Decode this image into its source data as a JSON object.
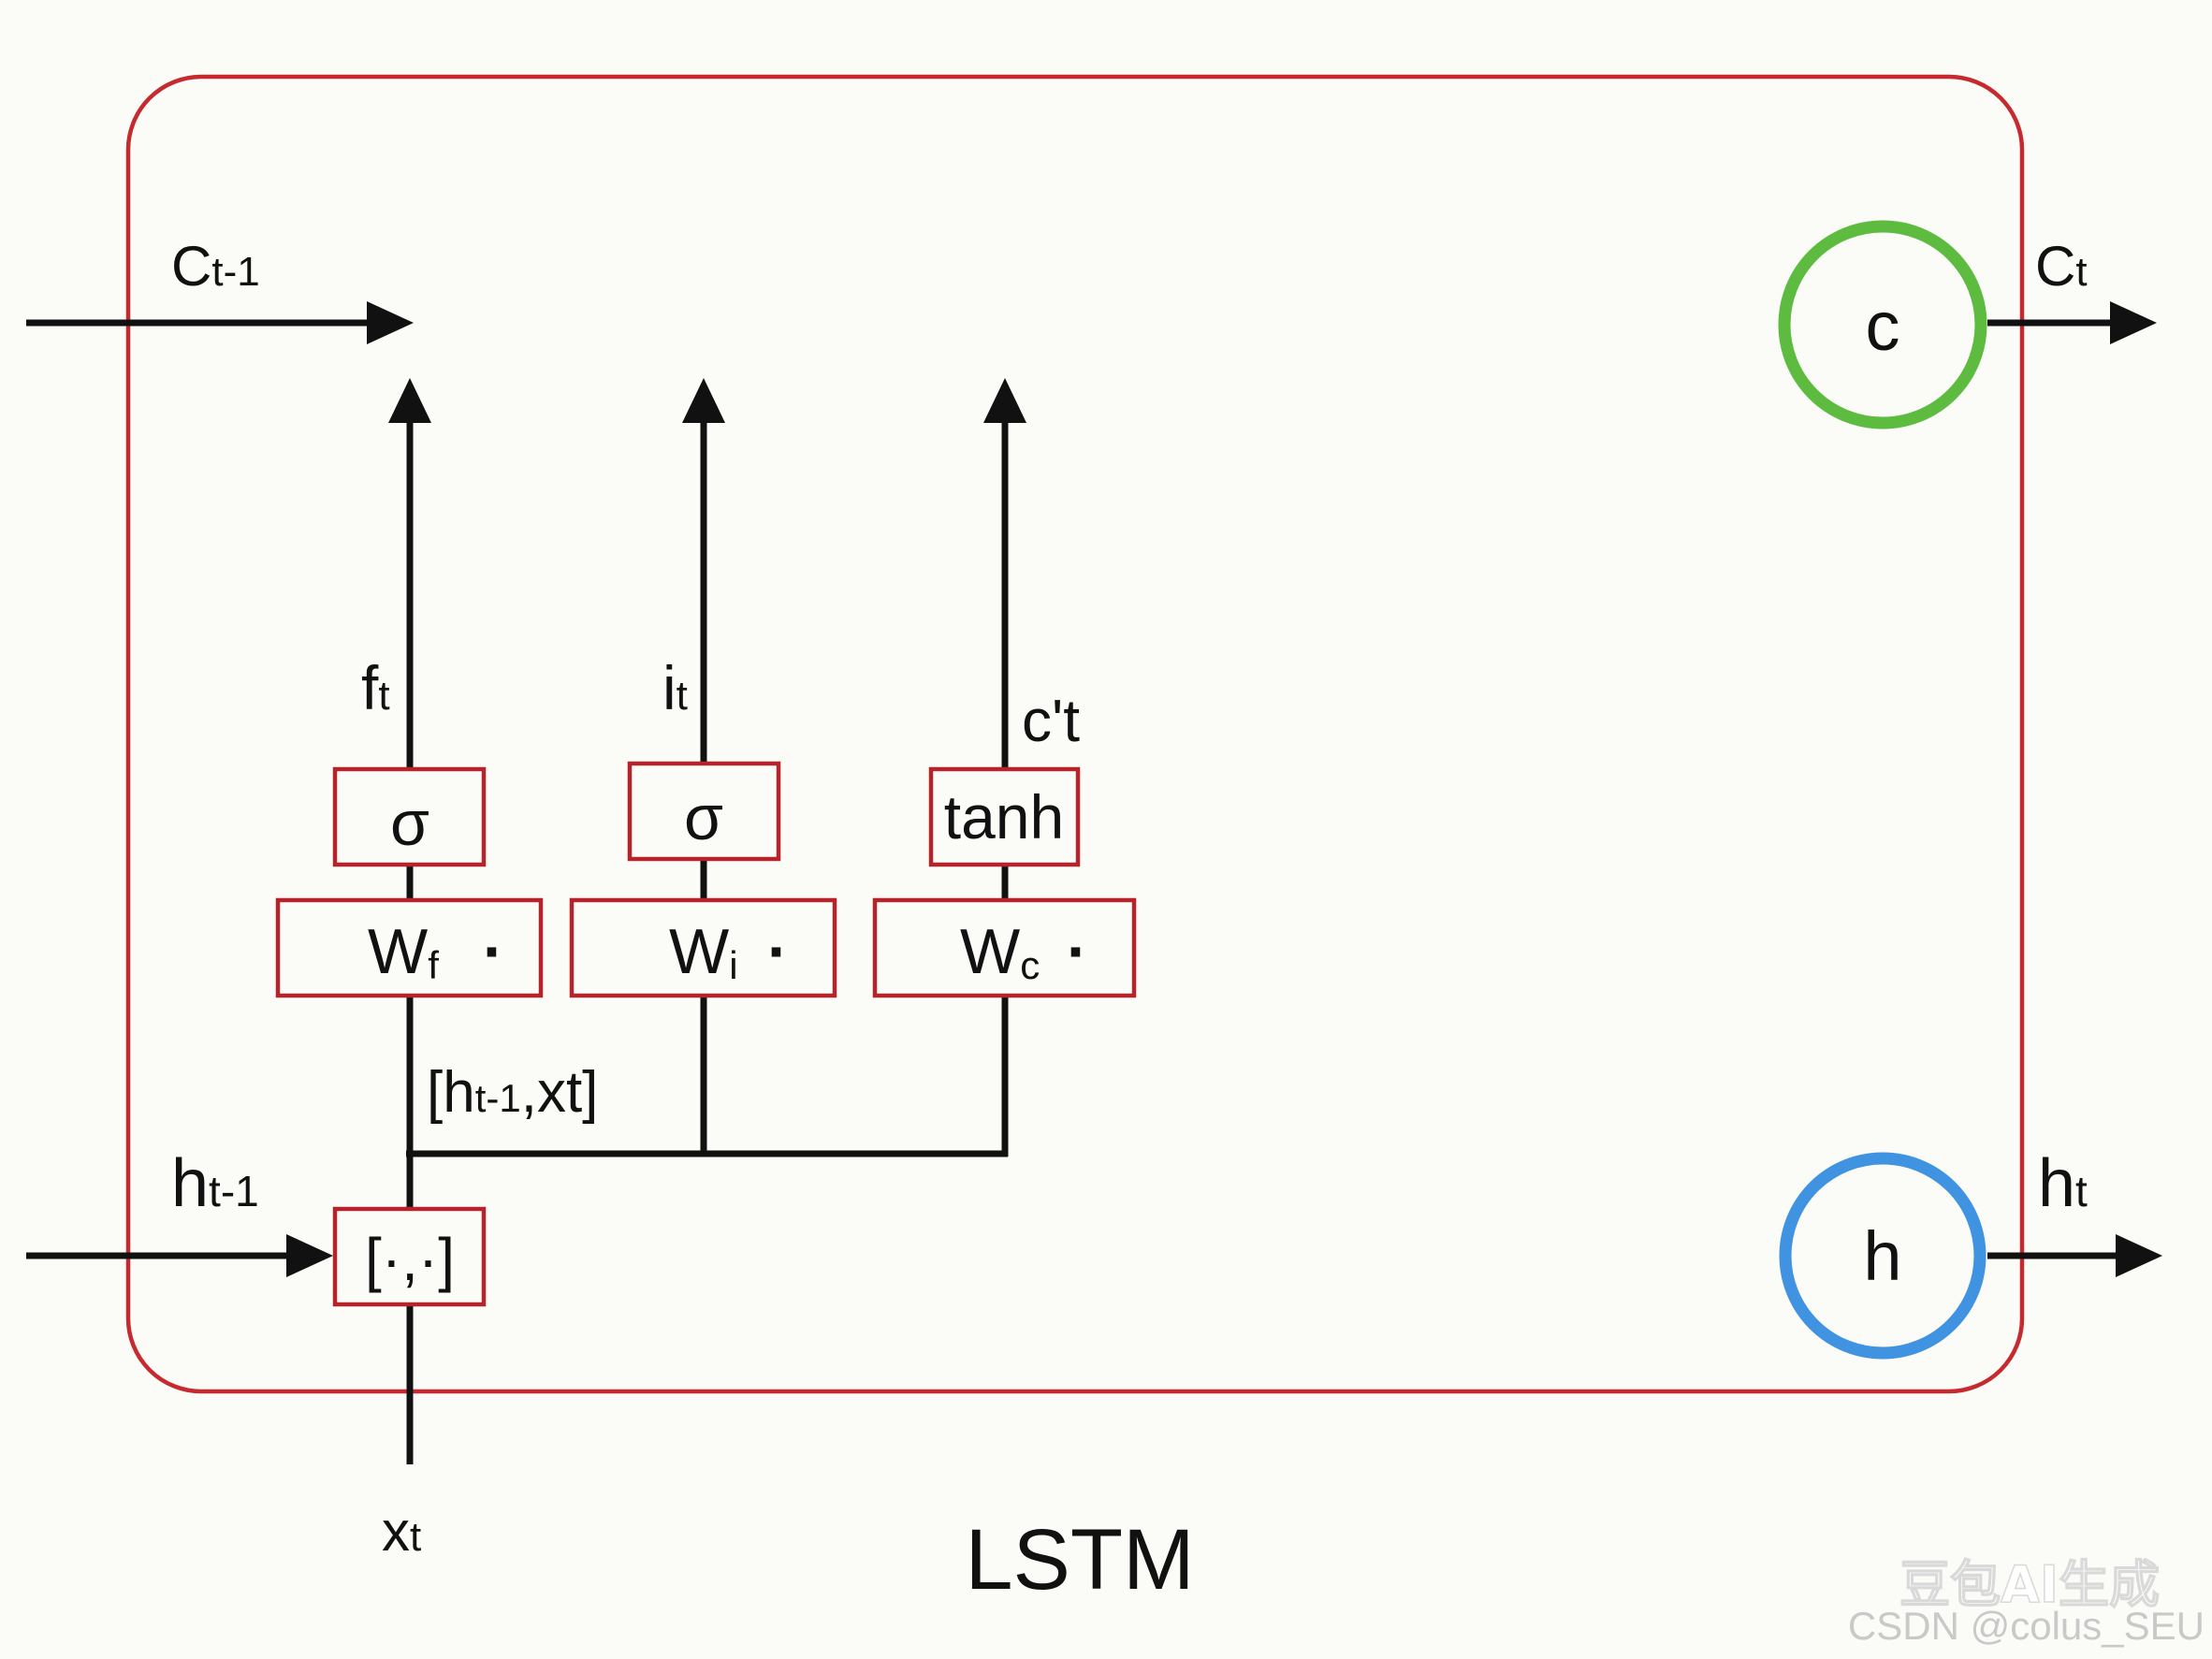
{
  "labels": {
    "c_prev": {
      "base": "C",
      "sub": "t-1"
    },
    "c_out": {
      "base": "C",
      "sub": "t"
    },
    "h_prev": {
      "base": "h",
      "sub": "t-1"
    },
    "h_out": {
      "base": "h",
      "sub": "t"
    },
    "x_in": {
      "base": "x",
      "sub": "t"
    },
    "f_gate": {
      "base": "f",
      "sub": "t"
    },
    "i_gate": {
      "base": "i",
      "sub": "t"
    },
    "c_cand": {
      "text": "c't"
    },
    "concat_label": {
      "open": "[h",
      "sub": "t-1",
      "close": ",xt]"
    }
  },
  "blocks": {
    "forget_act": "σ",
    "input_act": "σ",
    "cand_act": "tanh",
    "forget_weight": {
      "base": "W",
      "sub": "f",
      "dot": "·"
    },
    "input_weight": {
      "base": "W",
      "sub": "i",
      "dot": "·"
    },
    "cand_weight": {
      "base": "W",
      "sub": "c",
      "dot": "·"
    },
    "concat_op": "[·,·]"
  },
  "states": {
    "cell": {
      "letter": "c",
      "color": "#5dbb3f"
    },
    "hidden": {
      "letter": "h",
      "color": "#3f93e0"
    }
  },
  "title": "LSTM",
  "watermarks": {
    "ai": "豆包AI生成",
    "csdn": "CSDN @colus_SEU"
  },
  "colors": {
    "frame": "#c62a2f",
    "box": "#b5242a",
    "line": "#111111"
  }
}
